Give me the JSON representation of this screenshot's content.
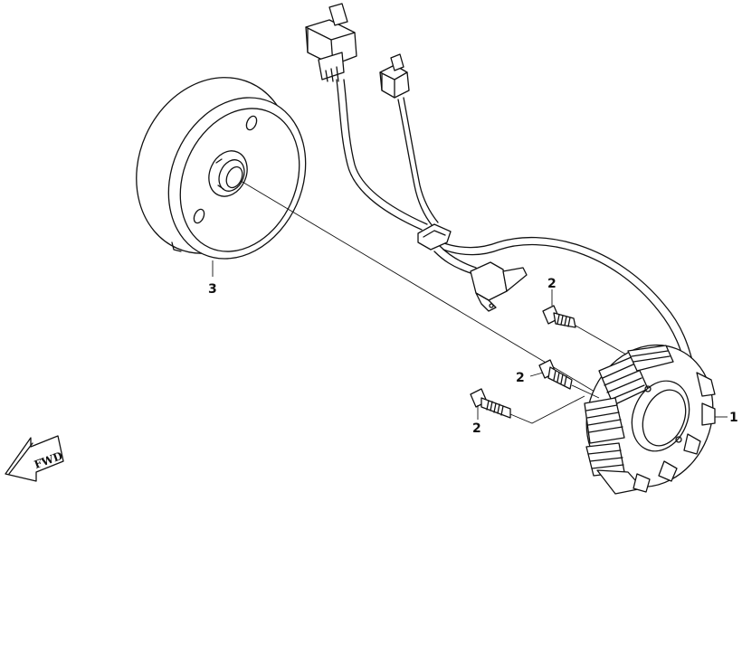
{
  "diagram": {
    "callouts": [
      {
        "id": "stator",
        "label": "1"
      },
      {
        "id": "bolt-a",
        "label": "2"
      },
      {
        "id": "bolt-b",
        "label": "2"
      },
      {
        "id": "bolt-c",
        "label": "2"
      },
      {
        "id": "flywheel",
        "label": "3"
      }
    ],
    "direction_arrow": {
      "label": "FWD"
    }
  }
}
